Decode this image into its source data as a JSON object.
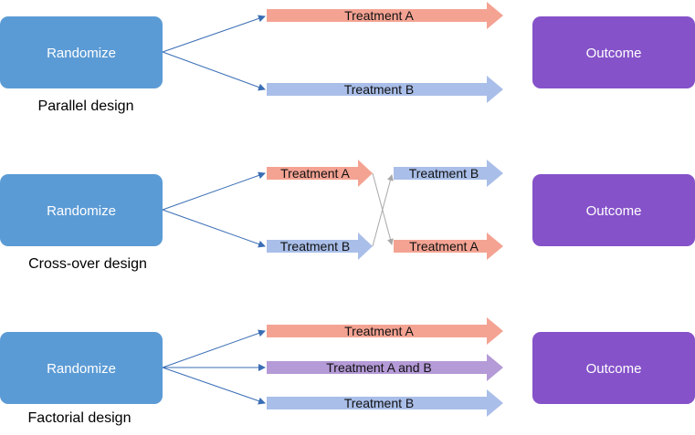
{
  "colors": {
    "randomize_box": "#5b9bd5",
    "outcome_box": "#8552c9",
    "treatment_a": "#f4a393",
    "treatment_b": "#a9bee8",
    "treatment_ab": "#b49ad6",
    "connector_line": "#3a6eb5",
    "crossover_line": "#a8a8a8"
  },
  "parallel": {
    "randomize": "Randomize",
    "outcome": "Outcome",
    "treatment_a": "Treatment A",
    "treatment_b": "Treatment B",
    "caption": "Parallel design"
  },
  "crossover": {
    "randomize": "Randomize",
    "outcome": "Outcome",
    "treatment_a_first": "Treatment A",
    "treatment_b_second": "Treatment B",
    "treatment_b_first": "Treatment B",
    "treatment_a_second": "Treatment A",
    "caption": "Cross-over design"
  },
  "factorial": {
    "randomize": "Randomize",
    "outcome": "Outcome",
    "treatment_a": "Treatment A",
    "treatment_ab": "Treatment A and B",
    "treatment_b": "Treatment B",
    "caption": "Factorial design"
  }
}
